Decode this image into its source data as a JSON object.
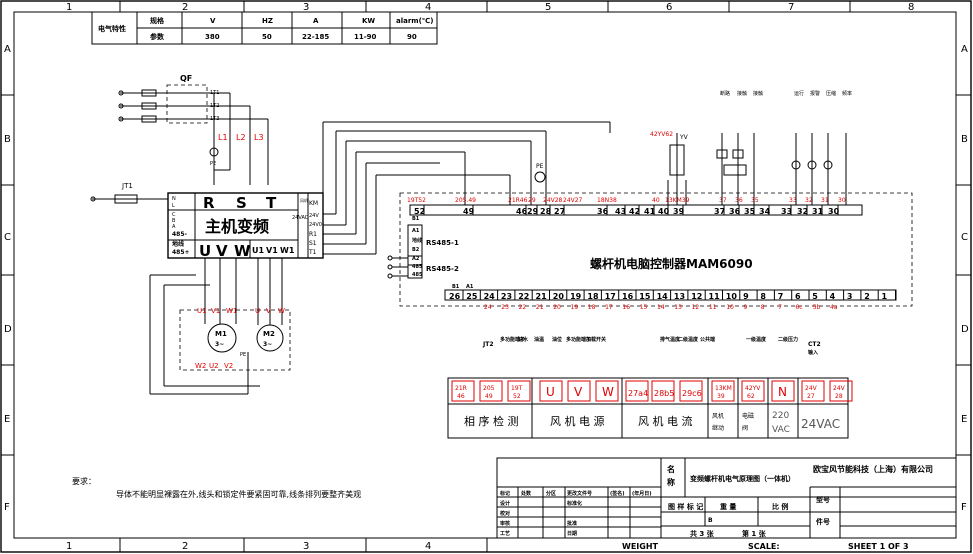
{
  "grid": {
    "cols_top": [
      "1",
      "2",
      "3",
      "4",
      "5",
      "6",
      "7",
      "8"
    ],
    "cols_bottom": [
      "1",
      "2",
      "3",
      "4"
    ],
    "rows": [
      "A",
      "B",
      "C",
      "D",
      "E",
      "F"
    ]
  },
  "spec_table": {
    "title": "电气特性",
    "headers": [
      "规格",
      "V",
      "HZ",
      "A",
      "KW",
      "alarm(℃)"
    ],
    "values": [
      "参数",
      "380",
      "50",
      "22-185",
      "11-90",
      "90"
    ]
  },
  "labels": {
    "qf": "QF",
    "qf_poles": [
      "1T1",
      "1T2",
      "1T3"
    ],
    "pe": "PE",
    "l1": "L1",
    "l2": "L2",
    "l3": "L3",
    "jt1": "JT1",
    "left_tags": [
      "18N38",
      "N",
      "42YV62",
      "27a4",
      "28b5",
      "29c6"
    ],
    "yv": "YV",
    "yv_tag": "42YV62",
    "contactors": [
      "断路",
      "接触",
      "接触"
    ],
    "indicators": [
      "运行",
      "报警",
      "压缩",
      "频率"
    ],
    "ct2": "CT2",
    "ct2_input": "输入",
    "jt2": "JT2"
  },
  "vfd": {
    "title": "主机变频",
    "top_terms": [
      "R",
      "S",
      "T"
    ],
    "bottom_terms": [
      "U",
      "V",
      "W",
      "U1",
      "V1",
      "W1"
    ],
    "left_terms": [
      "N",
      "L",
      "C",
      "B",
      "A",
      "485-",
      "地线",
      "485+"
    ],
    "right_terms": [
      "风机",
      "KM",
      "24VAC",
      "24V",
      "24V0",
      "R1",
      "S1",
      "T1"
    ]
  },
  "controller": {
    "title": "螺杆机电脑控制器MAM6090",
    "rs485_1": "RS485-1",
    "rs485_2": "RS485-2",
    "left_terms": [
      "B1",
      "A1",
      "地线",
      "B2",
      "A2",
      "485",
      "485",
      "B1",
      "A1"
    ],
    "top_terms": [
      "52",
      "49",
      "46",
      "29",
      "28",
      "27",
      "36",
      "43",
      "42",
      "41",
      "40",
      "39",
      "37",
      "36",
      "35",
      "34",
      "33",
      "32",
      "31",
      "30"
    ],
    "top_tags": [
      "19T52",
      "205.49",
      "21R46",
      "29",
      "24V28",
      "24V27",
      "18N38",
      "40",
      "13KM39",
      "37",
      "36",
      "35",
      "33",
      "32",
      "31",
      "30"
    ],
    "bottom_terms": [
      "26",
      "25",
      "24",
      "23",
      "22",
      "21",
      "20",
      "19",
      "18",
      "17",
      "16",
      "15",
      "14",
      "13",
      "12",
      "11",
      "10",
      "9",
      "8",
      "7",
      "6",
      "5",
      "4",
      "3",
      "2",
      "1"
    ],
    "bottom_tags": [
      "24",
      "23",
      "22",
      "21",
      "20",
      "19",
      "18",
      "17",
      "16",
      "15",
      "14",
      "13",
      "12",
      "11",
      "10",
      "9",
      "8",
      "7",
      "6c",
      "5b",
      "4a"
    ]
  },
  "motors": {
    "m1": "M1",
    "m2": "M2",
    "phase": "3~",
    "terms": [
      "U1",
      "V1",
      "W1",
      "U",
      "V",
      "W",
      "W2",
      "U2",
      "V2"
    ]
  },
  "sensors": [
    "多功能端子",
    "缺水",
    "油温",
    "油位",
    "多功能端子",
    "加载开关",
    "排气温度",
    "二级温度",
    "公共端",
    "一级温度",
    "二级压力"
  ],
  "legend": {
    "boxes": [
      {
        "l1": "21R",
        "l2": "46"
      },
      {
        "l1": "205",
        "l2": "49"
      },
      {
        "l1": "19T",
        "l2": "52"
      },
      {
        "l1": "U",
        "l2": ""
      },
      {
        "l1": "V",
        "l2": ""
      },
      {
        "l1": "W",
        "l2": ""
      },
      {
        "l1": "27a4",
        "l2": ""
      },
      {
        "l1": "28b5",
        "l2": ""
      },
      {
        "l1": "29c6",
        "l2": ""
      },
      {
        "l1": "13KM",
        "l2": "39"
      },
      {
        "l1": "42YV",
        "l2": "62"
      },
      {
        "l1": "N",
        "l2": ""
      },
      {
        "l1": "24V",
        "l2": "27"
      },
      {
        "l1": "24V",
        "l2": "28"
      }
    ],
    "labels": [
      "相 序 检 测",
      "风 机 电 源",
      "风 机 电 流",
      "风机",
      "继动",
      "电磁",
      "阀",
      "220",
      "VAC",
      "24VAC"
    ]
  },
  "notes": {
    "title": "要求：",
    "body": "导体不能明显裸露在外,线头和锁定件要紧固可靠,线条排列要整齐美观"
  },
  "title_block": {
    "name_label_1": "名",
    "name_label_2": "称",
    "drawing_title": "变频螺杆机电气原理图（一体机）",
    "company": "欧宝风节能科技（上海）有限公司",
    "model_label": "型号",
    "part_no_label": "件号",
    "drawing_mark": "图 样 标 记",
    "weight": "重 量",
    "scale": "比 例",
    "stage_b": "B",
    "total_sheets": "共 3 张",
    "current_sheet": "第 1 张",
    "weight_footer": "WEIGHT",
    "scale_footer": "SCALE:",
    "sheet_footer": "SHEET 1 OF 3",
    "revision_headers": [
      "标记",
      "处数",
      "分区",
      "更改文件号",
      "(签名)",
      "(年月日)"
    ],
    "signoffs": [
      "设计",
      "校对",
      "审核",
      "工艺",
      "标准化",
      "批准",
      "日期"
    ]
  }
}
